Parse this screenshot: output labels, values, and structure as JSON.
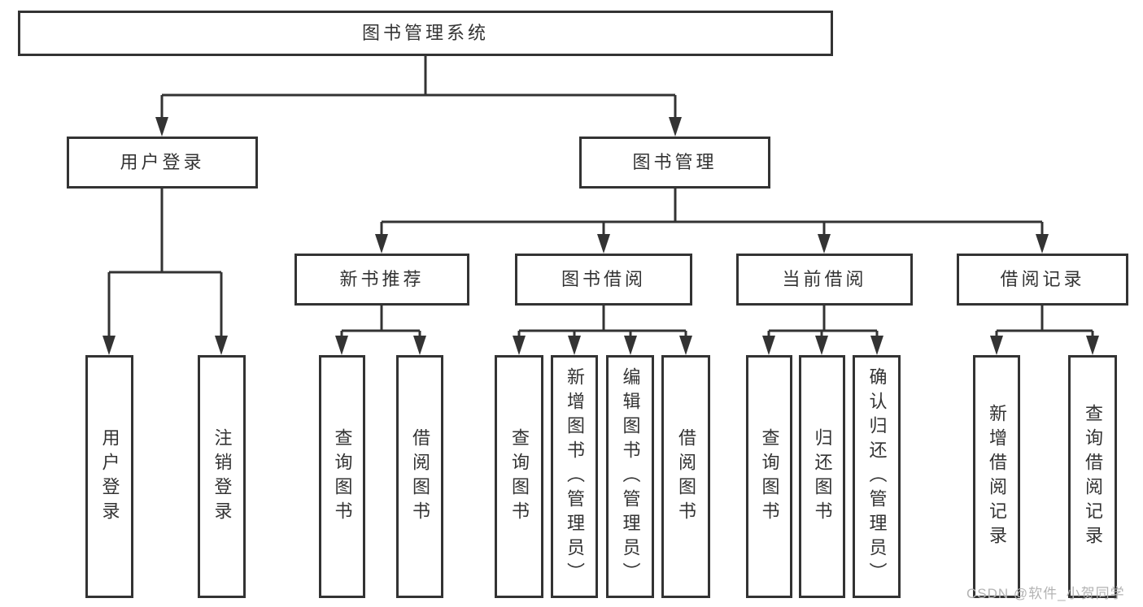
{
  "diagram": {
    "type": "hierarchy-tree",
    "root": {
      "label": "图书管理系统"
    },
    "branches": [
      {
        "label": "用户登录",
        "children": [
          {
            "label": "用户登录"
          },
          {
            "label": "注销登录"
          }
        ]
      },
      {
        "label": "图书管理",
        "children": [
          {
            "label": "新书推荐",
            "children": [
              {
                "label": "查询图书"
              },
              {
                "label": "借阅图书"
              }
            ]
          },
          {
            "label": "图书借阅",
            "children": [
              {
                "label": "查询图书"
              },
              {
                "label": "新增图书（管理员）"
              },
              {
                "label": "编辑图书（管理员）"
              },
              {
                "label": "借阅图书"
              }
            ]
          },
          {
            "label": "当前借阅",
            "children": [
              {
                "label": "查询图书"
              },
              {
                "label": "归还图书"
              },
              {
                "label": "确认归还（管理员）"
              }
            ]
          },
          {
            "label": "借阅记录",
            "children": [
              {
                "label": "新增借阅记录"
              },
              {
                "label": "查询借阅记录"
              }
            ]
          }
        ]
      }
    ]
  },
  "colors": {
    "line": "#333333",
    "box_border": "#333333",
    "text": "#333333",
    "watermark": "#b3b3b3",
    "background": "#ffffff"
  },
  "watermark": "CSDN @软件_小贺同学"
}
